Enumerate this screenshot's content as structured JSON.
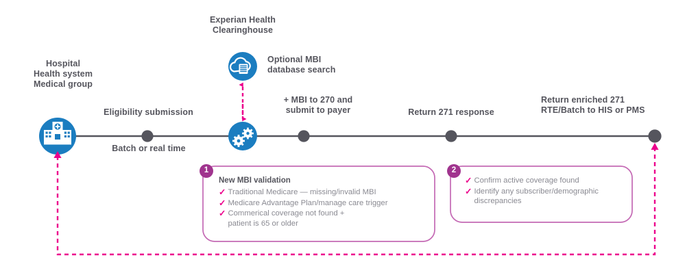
{
  "diagram": {
    "title_nodes": {
      "clearinghouse": "Experian Health\nClearinghouse",
      "provider": "Hospital\nHealth system\nMedical group"
    },
    "colors": {
      "blue": "#1b7dc0",
      "pink": "#ec008c",
      "purple": "#a0348e",
      "gray_text": "#55555d",
      "gray_line": "#55555d",
      "light_gray_text": "#8a8a92"
    },
    "icons": [
      {
        "name": "hospital-icon",
        "label": "Hospital\nHealth system\nMedical group"
      },
      {
        "name": "cloud-database-icon",
        "label": "Optional MBI\ndatabase search"
      },
      {
        "name": "gears-icon",
        "label": "Experian Health\nClearinghouse"
      }
    ],
    "timeline_labels": {
      "above_1": "Eligibility submission",
      "below_1": "Batch or real time",
      "above_2": "+ MBI to 270 and\nsubmit to payer",
      "above_3": "Return 271 response",
      "above_4": "Return enriched 271\nRTE/Batch to HIS or PMS",
      "optional_search": "Optional MBI\ndatabase search"
    },
    "callouts": [
      {
        "number": "1",
        "title": "New MBI validation",
        "items": [
          "Traditional Medicare — missing/invalid MBI",
          "Medicare Advantage Plan/manage care trigger",
          "Commerical coverage not found +\npatient is 65 or older"
        ]
      },
      {
        "number": "2",
        "title": "",
        "items": [
          "Confirm active coverage found",
          "Identify any subscriber/demographic\ndiscrepancies"
        ]
      }
    ]
  }
}
